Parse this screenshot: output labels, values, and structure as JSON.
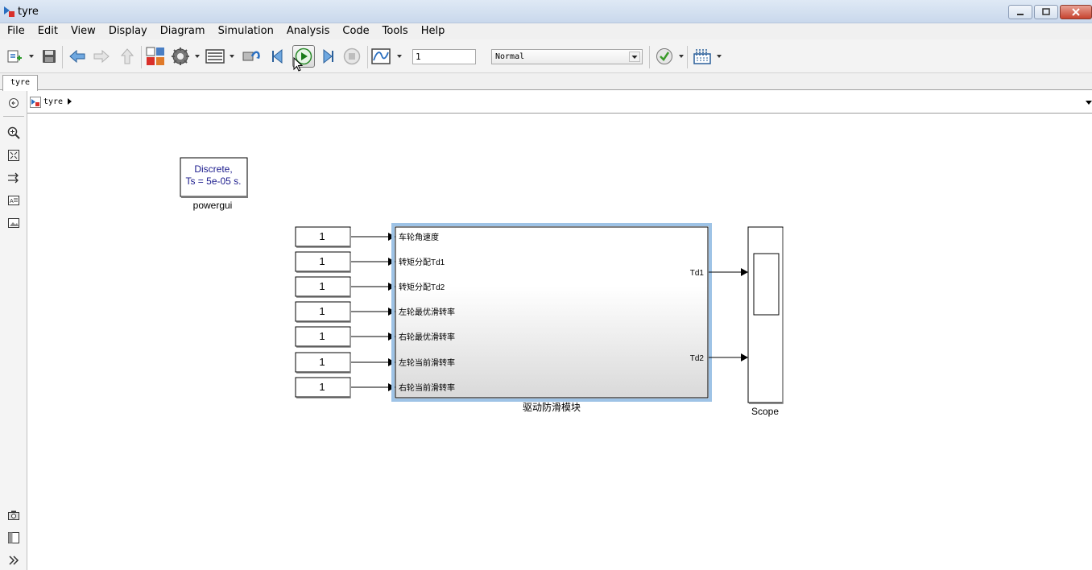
{
  "window": {
    "title": "tyre"
  },
  "menu": [
    "File",
    "Edit",
    "View",
    "Display",
    "Diagram",
    "Simulation",
    "Analysis",
    "Code",
    "Tools",
    "Help"
  ],
  "toolbar": {
    "stop_time": "1",
    "sim_mode": "Normal",
    "icons": [
      "new-model-icon",
      "save-icon",
      "back-icon",
      "forward-icon",
      "up-icon",
      "library-browser-icon",
      "model-config-icon",
      "model-explorer-icon",
      "update-diagram-icon",
      "step-back-icon",
      "run-icon",
      "step-forward-icon",
      "stop-icon",
      "record-icon",
      "model-advisor-icon",
      "build-icon"
    ]
  },
  "tabs": [
    {
      "label": "tyre"
    }
  ],
  "address": {
    "path": "tyre"
  },
  "diagram": {
    "powergui": {
      "text_line1": "Discrete,",
      "text_line2": "Ts = 5e-05 s.",
      "label": "powergui"
    },
    "constants": [
      "1",
      "1",
      "1",
      "1",
      "1",
      "1",
      "1"
    ],
    "subsystem": {
      "name": "驱动防滑模块",
      "inputs": [
        "车轮角速度",
        "转矩分配Td1",
        "转矩分配Td2",
        "左轮最优滑转率",
        "右轮最优滑转率",
        "左轮当前滑转率",
        "右轮当前滑转率"
      ],
      "outputs": [
        "Td1",
        "Td2"
      ]
    },
    "scope": {
      "label": "Scope"
    }
  },
  "colors": {
    "powergui_text": "#1a1a8c",
    "selection": "#9ec3e6",
    "canvas": "#ffffff"
  }
}
